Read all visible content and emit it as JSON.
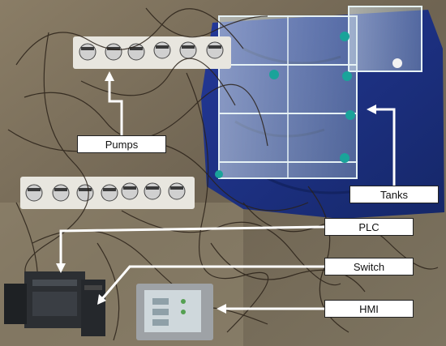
{
  "labels": {
    "pumps": "Pumps",
    "tanks": "Tanks",
    "plc": "PLC",
    "switch": "Switch",
    "hmi": "HMI"
  },
  "colors": {
    "background_wall": "#7a6f5c",
    "cloth": "#1b2f7a",
    "board": "#e8e6df",
    "pump_body": "#d9d9d9",
    "pump_cap": "#3a3a3a",
    "tank_glass": "#cfe3ea",
    "tube": "#2a2118",
    "plc_body": "#2c2f33",
    "hmi_bezel": "#9ea2a6",
    "hmi_screen": "#cfd8dc",
    "arrow": "#ffffff",
    "label_border": "#222222"
  },
  "objects": [
    "pump-rack-top",
    "pump-rack-bottom",
    "acrylic-tank-frame",
    "plc-unit",
    "network-switch",
    "hmi-panel",
    "tubing"
  ]
}
